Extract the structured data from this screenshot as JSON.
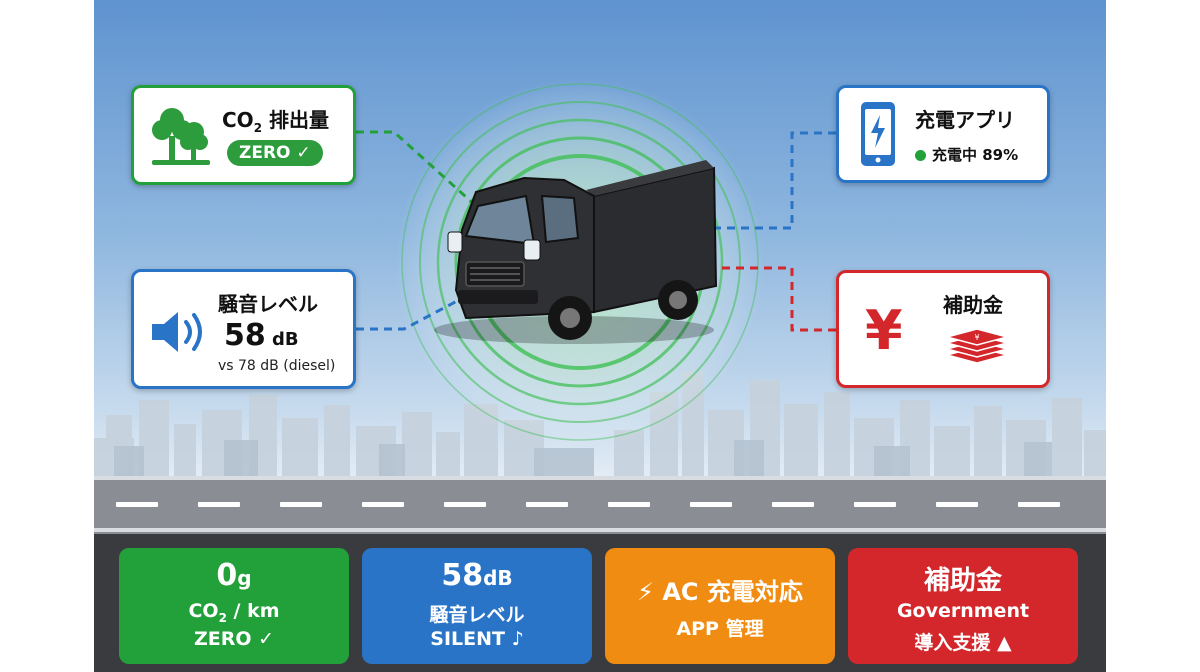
{
  "colors": {
    "green": "#22a03a",
    "blue": "#2a74c7",
    "orange": "#f08c12",
    "red": "#d3272b",
    "sky": "#8fb7df",
    "road": "#8a8e94"
  },
  "cards": {
    "co2": {
      "title_main": "CO",
      "title_sub": "2",
      "title_rest": " 排出量",
      "badge": "ZERO ✓",
      "icon": "tree-icon"
    },
    "charge": {
      "title": "充電アプリ",
      "status": "充電中 89%",
      "icon": "smartphone-charging-icon"
    },
    "noise": {
      "title": "騒音レベル",
      "value": "58",
      "unit": " dB",
      "compare": "vs 78 dB (diesel)",
      "icon": "speaker-icon"
    },
    "subsidy": {
      "title": "補助金",
      "yen": "¥",
      "icon": "yen-banknotes-icon"
    }
  },
  "tiles": [
    {
      "name": "co2",
      "l1_main": "0",
      "l1_unit": "g",
      "l2_a": "CO",
      "l2_sub": "2",
      "l2_b": " / km",
      "l3": "ZERO ✓",
      "color": "#22a03a"
    },
    {
      "name": "noise",
      "l1_main": "58",
      "l1_unit": "dB",
      "l2": "騒音レベル",
      "l3": "SILENT ♪",
      "color": "#2a74c7"
    },
    {
      "name": "charging",
      "l1_icon": "⚡",
      "l1_text": "AC 充電対応",
      "l2": "APP 管理",
      "color": "#f08c12"
    },
    {
      "name": "subsidy",
      "l1": "補助金",
      "l2": "Government",
      "l3": "導入支援 ▲",
      "color": "#d3272b"
    }
  ]
}
